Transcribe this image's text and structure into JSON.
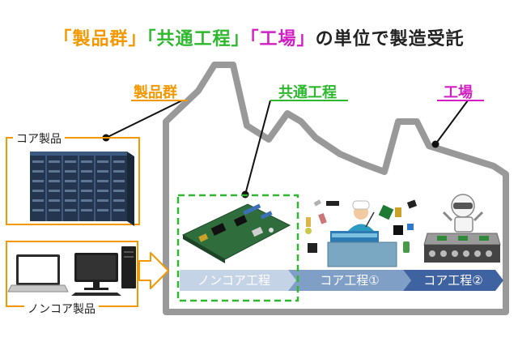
{
  "title": {
    "q1_open": "「",
    "q1_text": "製品群",
    "q1_close": "」",
    "q2_open": "「",
    "q2_text": "共通工程",
    "q2_close": "」",
    "q3_open": "「",
    "q3_text": "工場",
    "q3_close": "」",
    "tail": "の単位で製造受託"
  },
  "labels": {
    "product_group": "製品群",
    "common_process": "共通工程",
    "factory": "工場",
    "core_product": "コア製品",
    "noncore_product": "ノンコア製品"
  },
  "stages": [
    "ノンコア工程",
    "コア工程①",
    "コア工程②"
  ],
  "colors": {
    "orange": "#f39800",
    "green": "#2db82d",
    "magenta": "#d11fc4",
    "factory_outline": "#999999",
    "stage1": "#c4d3e6",
    "stage2": "#7f9fc6",
    "stage3": "#3f62a0"
  }
}
